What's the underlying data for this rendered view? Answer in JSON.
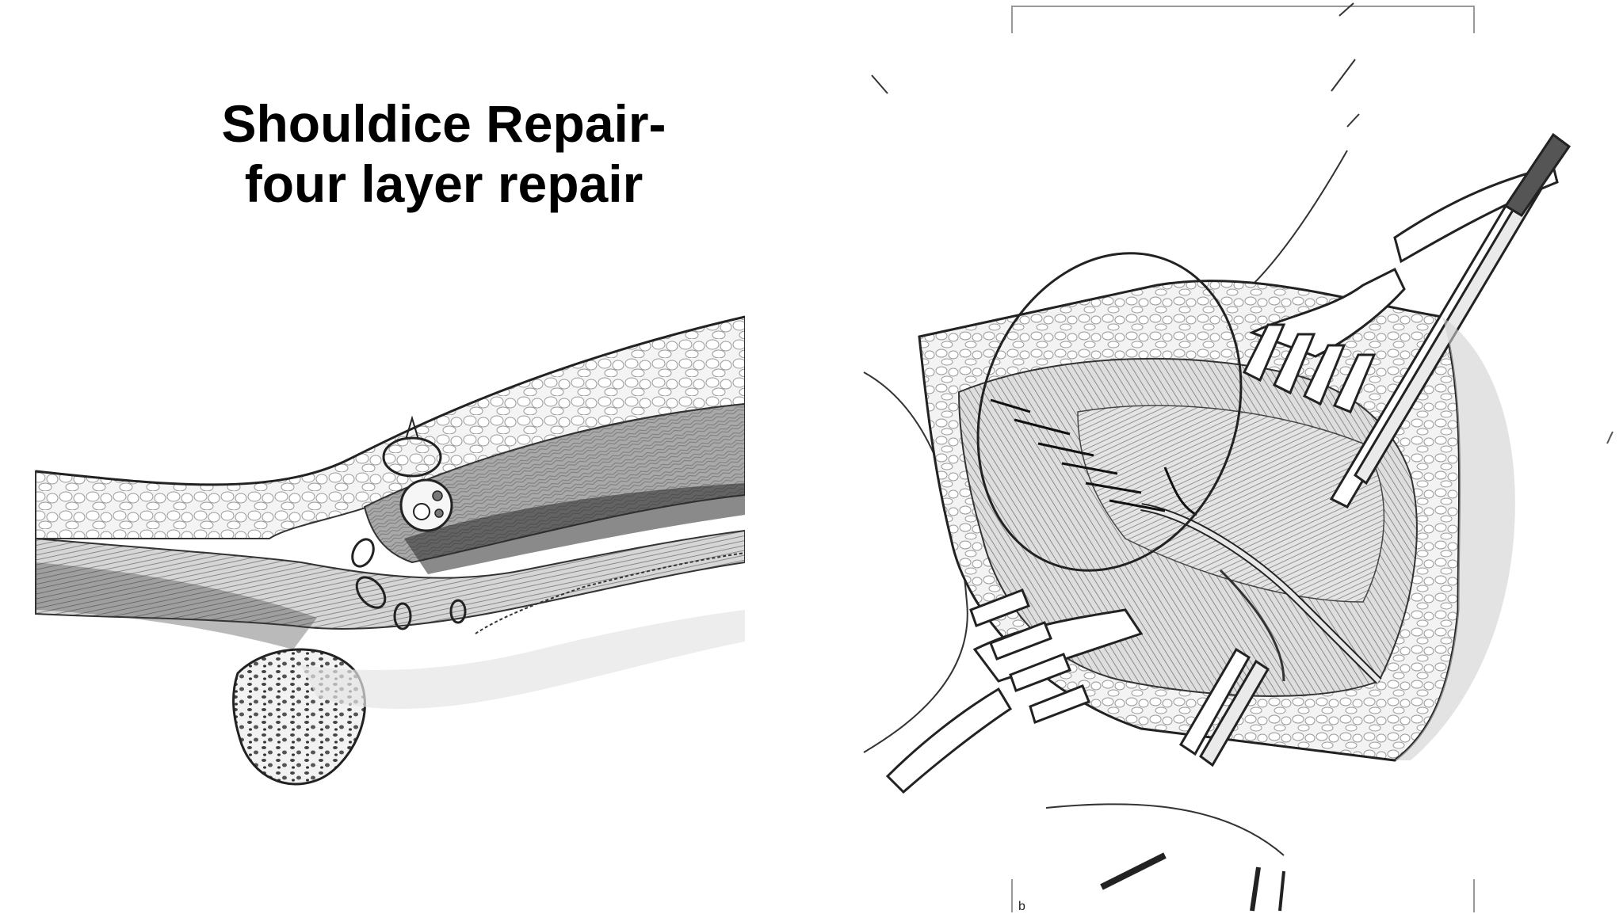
{
  "slide": {
    "title_line1": "Shouldice Repair-",
    "title_line2": "four layer repair",
    "panel_label": "b"
  },
  "figures": [
    {
      "name": "inguinal-cross-section-illustration"
    },
    {
      "name": "operative-field-illustration"
    }
  ],
  "colors": {
    "text": "#000000",
    "ink": "#333333",
    "background": "#ffffff"
  }
}
